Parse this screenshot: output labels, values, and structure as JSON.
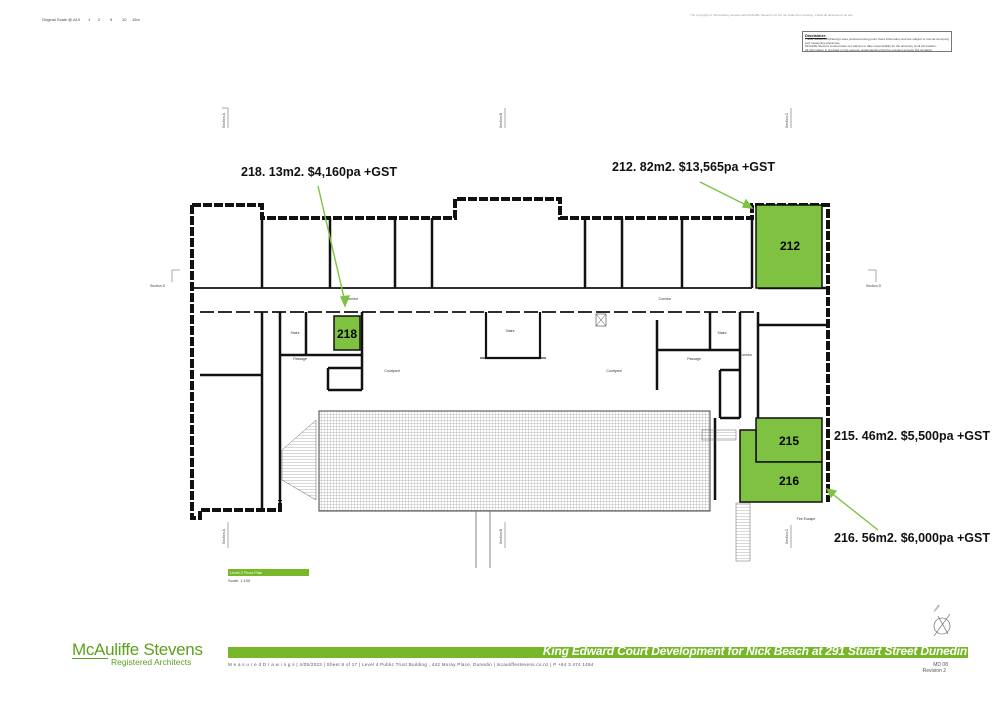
{
  "header": {
    "original_scale": "Original Scale @ A1",
    "scale_marks": [
      "0",
      "1",
      "2",
      "5",
      "10",
      "15m"
    ],
    "top_right_note": "The Copyright of this drawing remains with McAuliffe Stevens Ltd. Do not scale from drawing. Check all dimensions on site.",
    "disclaimer": {
      "title": "Disclaimer:",
      "lines": [
        "These Measured Drawings were produced using point cloud information and are subject to normal surveying and measuring tolerances.",
        "McAuliffe Stevens Limited does not warrant or take responsibility for the accuracy of all information.",
        "All information is provided on the express understanding that the recipient accepts this limitation."
      ]
    }
  },
  "sections": {
    "a": "Section A",
    "b": "Section B",
    "c": "Section C",
    "d": "Section D"
  },
  "rooms": {
    "corridor": "Corridor",
    "stairs": "Stairs",
    "courtyard": "Courtyard",
    "passage": "Passage",
    "fire_escape": "Fire Escape"
  },
  "tenancies": [
    {
      "id": "218",
      "callout": "218. 13m2. $4,160pa +GST"
    },
    {
      "id": "212",
      "callout": "212. 82m2. $13,565pa +GST"
    },
    {
      "id": "215",
      "callout": "215. 46m2. $5,500pa +GST"
    },
    {
      "id": "216",
      "callout": "216. 56m2. $6,000pa +GST"
    }
  ],
  "plan": {
    "title": "Level 2 Floor Plan",
    "scale": "Scale: 1:100"
  },
  "footer": {
    "firm_name": "McAuliffe Stevens",
    "firm_subtitle": "Registered Architects",
    "project_title": "King Edward Court Development for Nick Beach at 291 Stuart Street Dunedin",
    "info": "M e a s u r e d  D r a w i n g s   |   4/05/2023   |   Sheet 8 of 17   |   Level 4 Public Trust Building , 442 Moray Place, Dunedin   |   mcauliffestevens.co.nz   |   P +64 3 474 1464",
    "drawing_no": "MD 08",
    "revision": "Revision 2",
    "north": "north"
  },
  "colors": {
    "accent": "#76b82a",
    "tenancy_fill": "#7fc242",
    "wall": "#111111"
  }
}
